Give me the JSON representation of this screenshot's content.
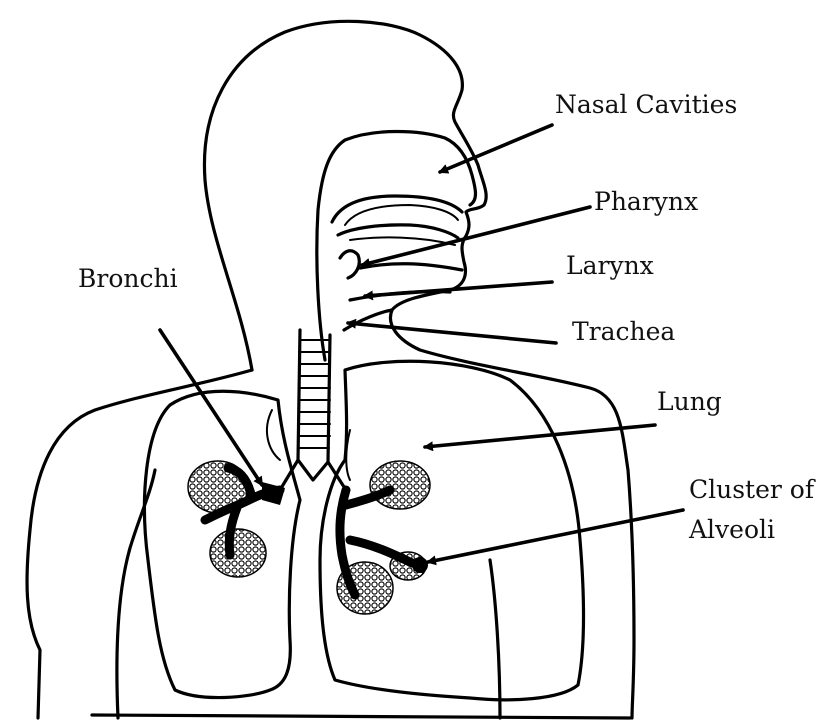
{
  "labels": {
    "nasal_cavities": "Nasal Cavities",
    "pharynx": "Pharynx",
    "larynx": "Larynx",
    "trachea": "Trachea",
    "lung": "Lung",
    "bronchi": "Bronchi",
    "alveoli_line1": "Cluster of",
    "alveoli_line2": "Alveoli"
  },
  "colors": {
    "background": "#ffffff",
    "ink": "#000000"
  }
}
